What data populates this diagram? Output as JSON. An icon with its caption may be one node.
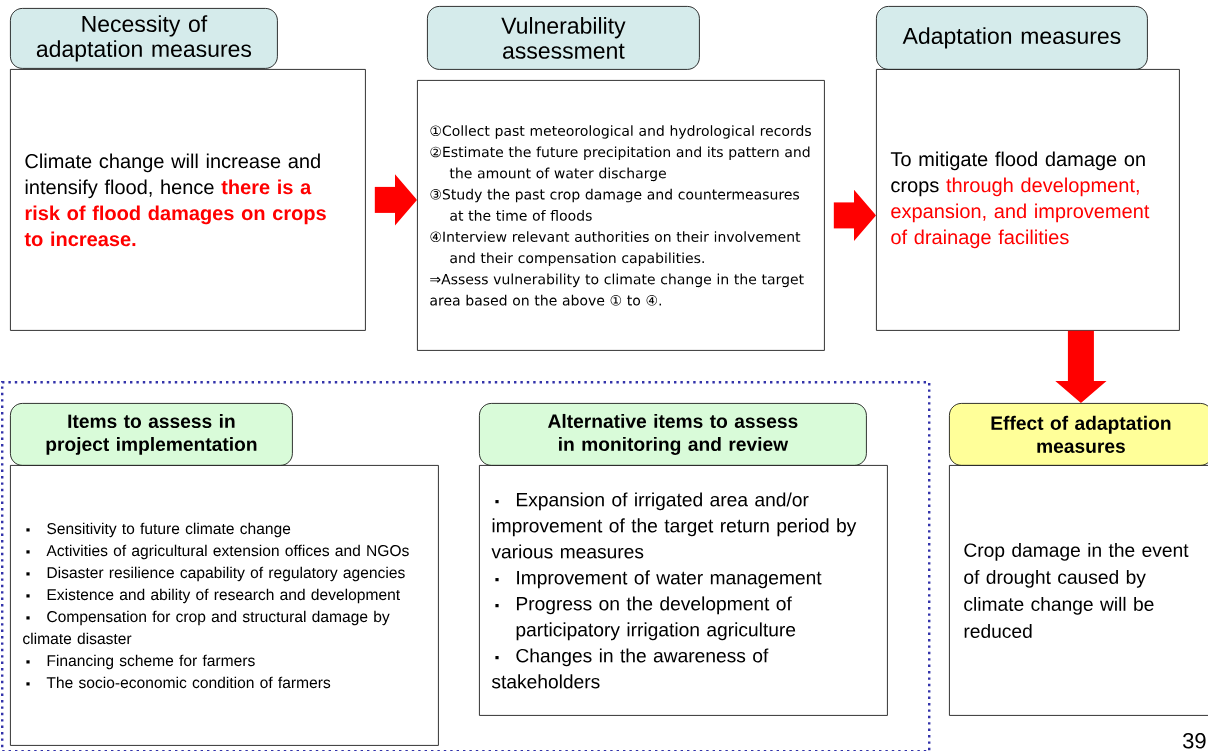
{
  "diagram": {
    "nodes": [
      {
        "text": [
          "Necessity of adaptation measures"
        ]
      },
      {
        "text": [
          "Climate change will increase and intensify flood, hence",
          "there is a risk of flood damages on crops to increase."
        ]
      },
      {
        "text": [
          "Vulnerability assessment"
        ]
      },
      {
        "text": [
          "①Collect past meteorological and hydrological records",
          "②Estimate the future precipitation and its pattern and the amount of water discharge",
          "③Study the past crop damage and countermeasures at the time of floods",
          "④Interview relevant authorities on their involvement and their compensation capabilities.",
          "⇒Assess vulnerability to climate change in the target area based on the above ① to ④."
        ]
      },
      {
        "text": [
          "Adaptation measures"
        ]
      },
      {
        "text": [
          "To mitigate flood damage on crops",
          "through development, expansion, and improvement of drainage facilities"
        ]
      },
      {
        "text": [],
        "shape": "box"
      },
      {
        "text": [
          "Items to assess in project implementation"
        ],
        "in": 6
      },
      {
        "text": [
          "Sensitivity to future climate change",
          "Activities of agricultural extension offices and NGOs",
          "Disaster resilience capability of regulatory agencies",
          "Existence and ability of research and development",
          "Compensation for crop and structural damage by climate disaster",
          "Financing scheme for farmers",
          "The socio-economic condition of farmers"
        ],
        "in": 6
      },
      {
        "text": [
          "Alternative items to assess in monitoring and review"
        ],
        "in": 6
      },
      {
        "text": [
          "Expansion of irrigated area and/or improvement of the target return period by various measures",
          "Improvement of water management",
          "Progress on the development of participatory irrigation agriculture",
          "Changes in the awareness of stakeholders"
        ],
        "in": 6
      },
      {
        "text": [
          "Effect of adaptation measures"
        ]
      },
      {
        "text": [
          "Crop damage in the event of drought caused by climate change will be reduced"
        ]
      }
    ],
    "edges": [
      {
        "from": 1,
        "to": 3,
        "arrow": "to"
      },
      {
        "from": 3,
        "to": 5,
        "arrow": "to"
      },
      {
        "from": 5,
        "to": 11,
        "arrow": "to"
      }
    ],
    "labels": [
      "39"
    ]
  }
}
